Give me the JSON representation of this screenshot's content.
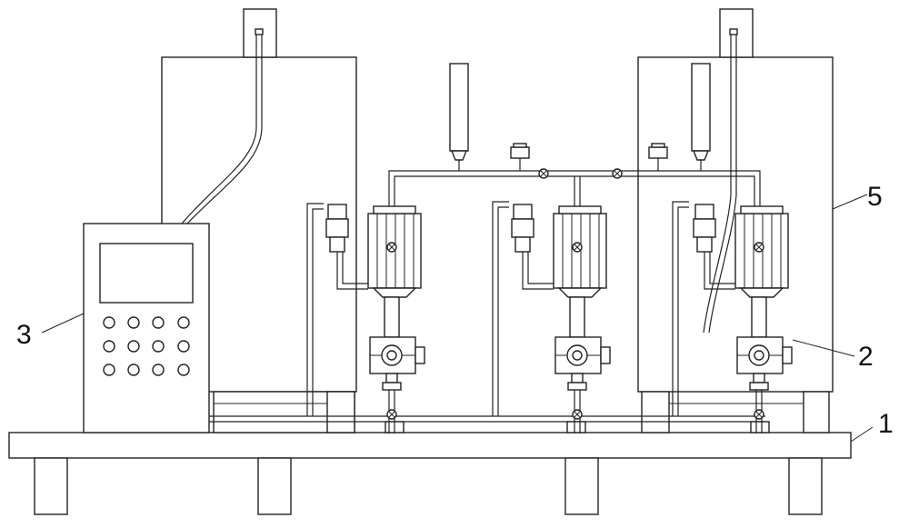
{
  "callouts": [
    {
      "id": "base",
      "text": "1"
    },
    {
      "id": "pump",
      "text": "2"
    },
    {
      "id": "controller",
      "text": "3"
    },
    {
      "id": "tank",
      "text": "5"
    }
  ]
}
